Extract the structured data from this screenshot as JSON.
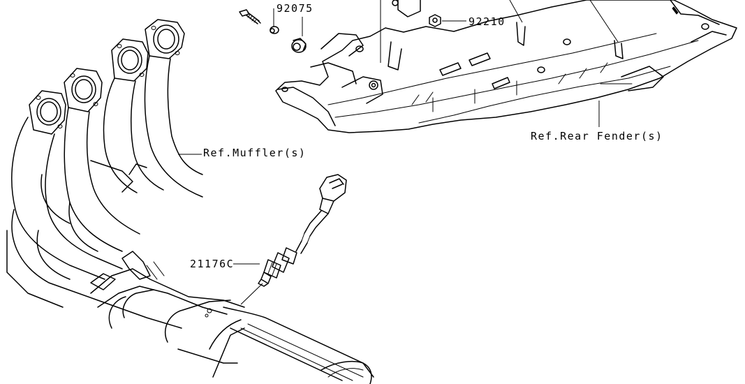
{
  "labels": {
    "part_92075": "92075",
    "part_92210": "92210",
    "ref_muffler": "Ref.Muffler(s)",
    "ref_rear_fender": "Ref.Rear Fender(s)",
    "part_21176c": "21176C"
  }
}
